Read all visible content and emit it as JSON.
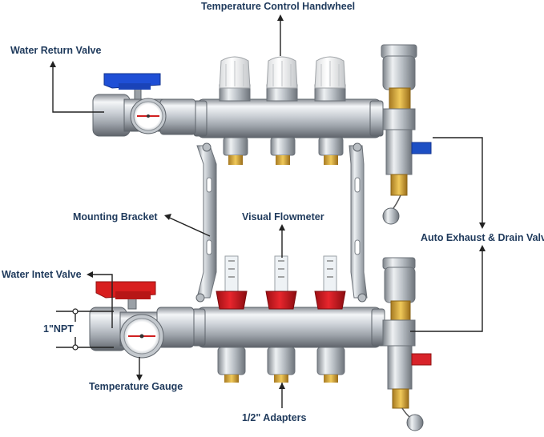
{
  "labels": {
    "temperature_control_handwheel": "Temperature Control Handwheel",
    "water_return_valve": "Water Return Valve",
    "mounting_bracket": "Mounting Bracket",
    "visual_flowmeter": "Visual  Flowmeter",
    "auto_exhaust_drain_valve": "Auto Exhaust & Drain Valve",
    "water_inlet_valve": "Water Intet Valve",
    "npt_size": "1\"NPT",
    "temperature_gauge": "Temperature Gauge",
    "adapters": "1/2\" Adapters"
  },
  "colors": {
    "label_text": "#1f3a5c",
    "return_valve_handle": "#1f4fd6",
    "inlet_valve_handle": "#d81e1e",
    "flowmeter_red": "#d41920",
    "drain_handle_blue": "#1d4fc4",
    "drain_handle_red": "#d8232a"
  }
}
